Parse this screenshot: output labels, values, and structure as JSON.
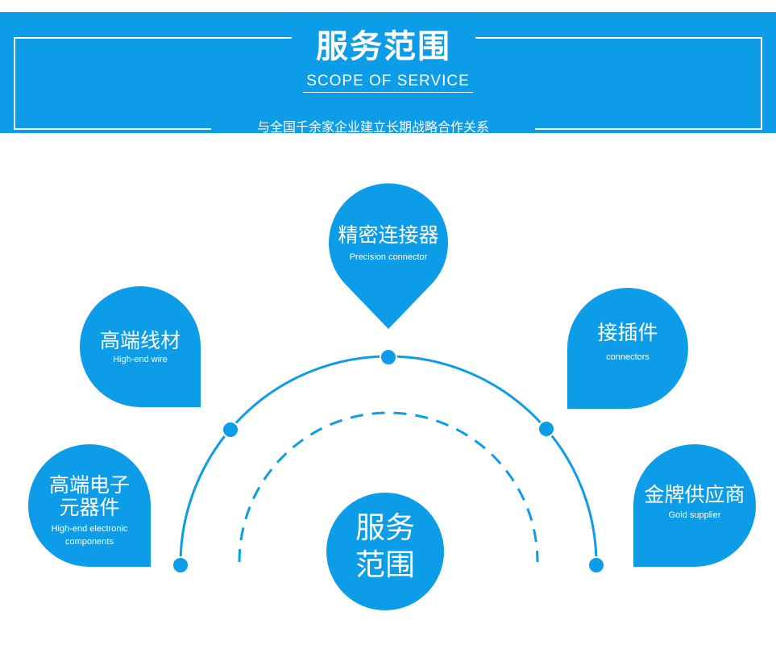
{
  "header": {
    "title": "服务范围",
    "title_en": "SCOPE OF SERVICE",
    "subtitle": "与全国千余家企业建立长期战略合作关系"
  },
  "diagram": {
    "center": {
      "label_line1": "服务",
      "label_line2": "范围"
    },
    "nodes": [
      {
        "zh": "精密连接器",
        "en": "Precision connector"
      },
      {
        "zh": "高端线材",
        "en": "High-end wire"
      },
      {
        "zh": "接插件",
        "en": "connectors"
      },
      {
        "zh_line1": "高端电子",
        "zh_line2": "元器件",
        "en_line1": "High-end electronic",
        "en_line2": "components"
      },
      {
        "zh": "金牌供应商",
        "en": "Gold supplier"
      }
    ]
  },
  "colors": {
    "accent": "#0d9ce8",
    "background": "#ffffff"
  }
}
